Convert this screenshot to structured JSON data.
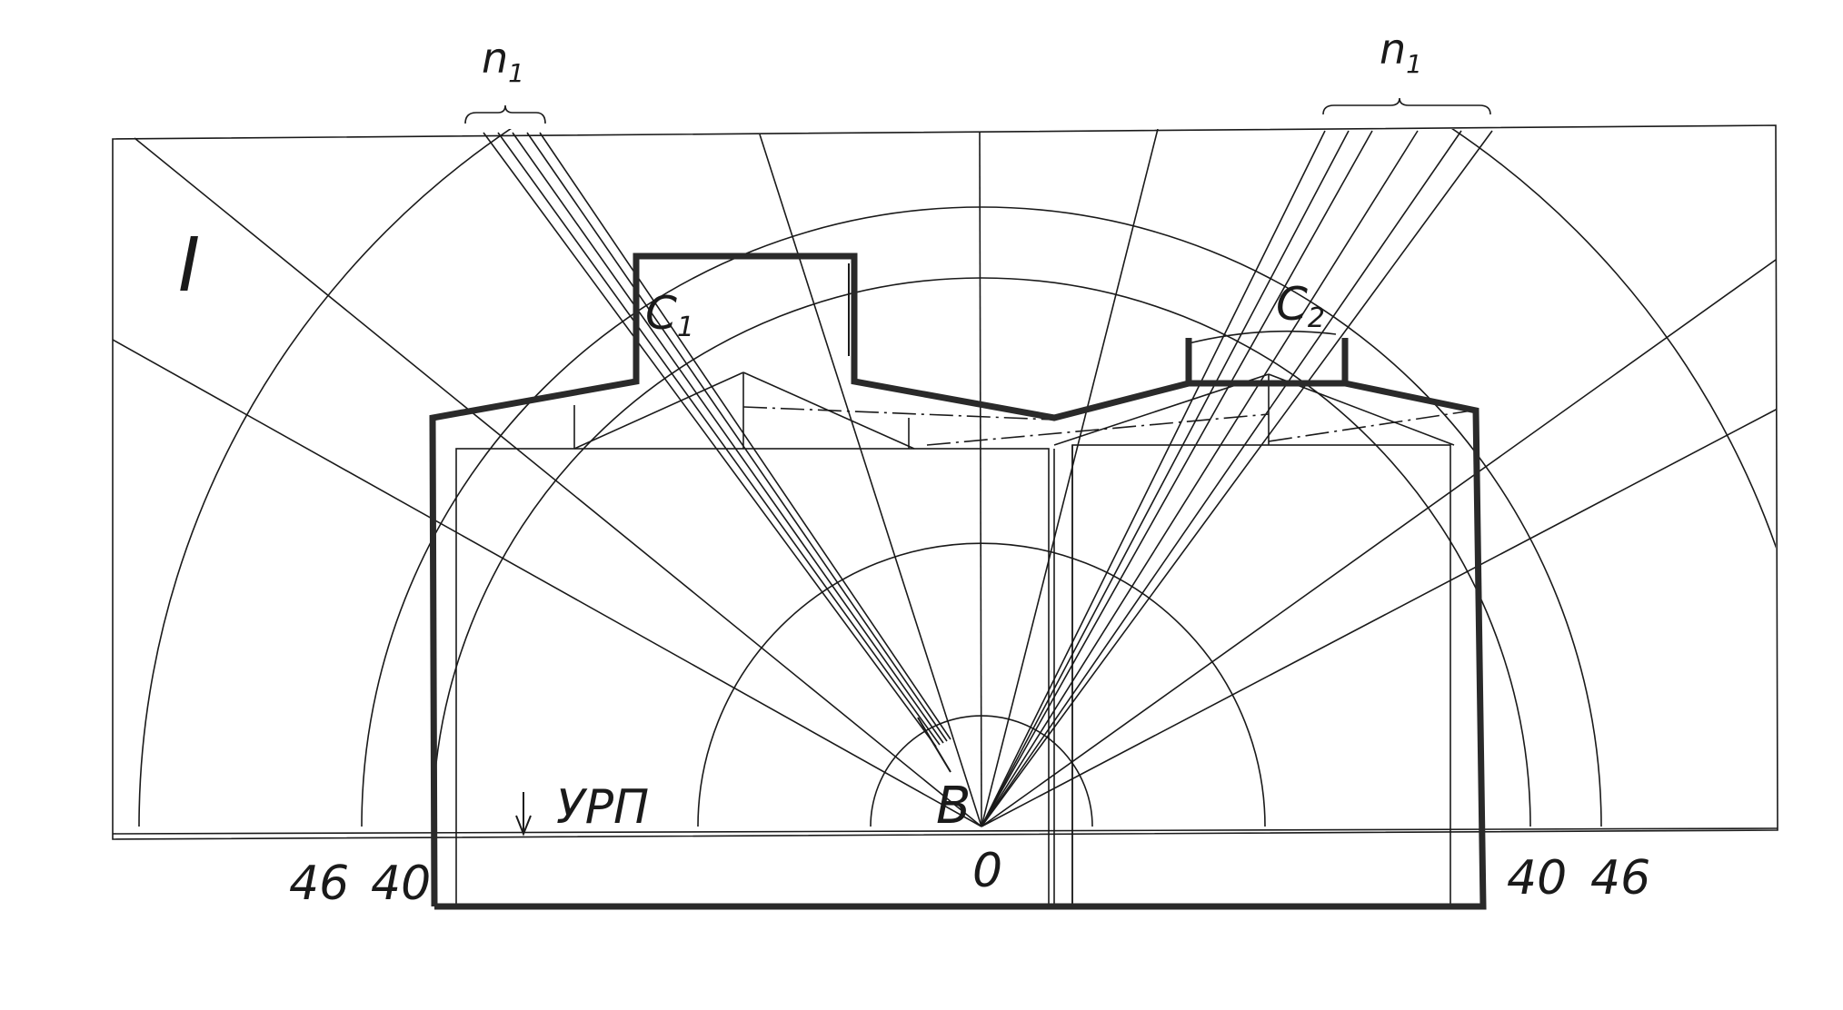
{
  "labels": {
    "region": "I",
    "n1_left": "n",
    "n1_left_sub": "1",
    "n1_right": "n",
    "n1_right_sub": "1",
    "c1": "C",
    "c1_sub": "1",
    "c2": "C",
    "c2_sub": "2",
    "point_b": "B",
    "origin": "0",
    "urp": "УРП",
    "left_r40": "40",
    "left_r46": "46",
    "right_r40": "40",
    "right_r46": "46"
  },
  "colors": {
    "ink": "#1a1a1a",
    "thick_outline": "#2a2a2a",
    "background": "#ffffff"
  }
}
